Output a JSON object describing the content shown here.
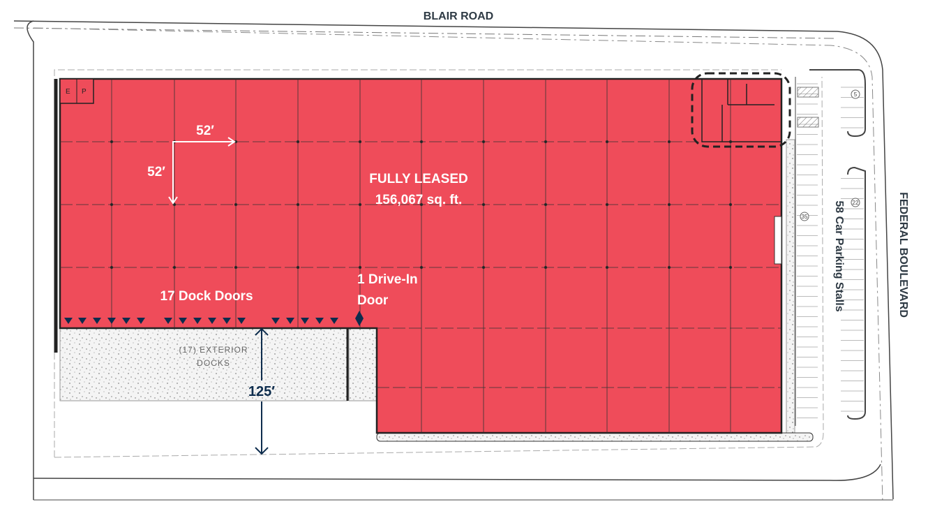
{
  "roads": {
    "top": "BLAIR ROAD",
    "right": "FEDERAL BOULEVARD"
  },
  "building": {
    "status": "FULLY LEASED",
    "area": "156,067 sq. ft.",
    "bay_width": "52′",
    "bay_depth": "52′",
    "dock_doors": "17 Dock Doors",
    "drive_in_line1": "1 Drive-In",
    "drive_in_line2": "Door",
    "exterior_docks_line1": "(17) EXTERIOR",
    "exterior_docks_line2": "DOCKS",
    "truck_court": "125′",
    "dock_door_count": 17
  },
  "parking": {
    "label": "58 Car Parking Stalls",
    "stall_numbers": [
      "5",
      "22",
      "35"
    ]
  },
  "small_room_labels": [
    "E",
    "P"
  ],
  "colors": {
    "building": "#EF4C5A",
    "accent": "#0D2C4D",
    "line": "#333333"
  }
}
